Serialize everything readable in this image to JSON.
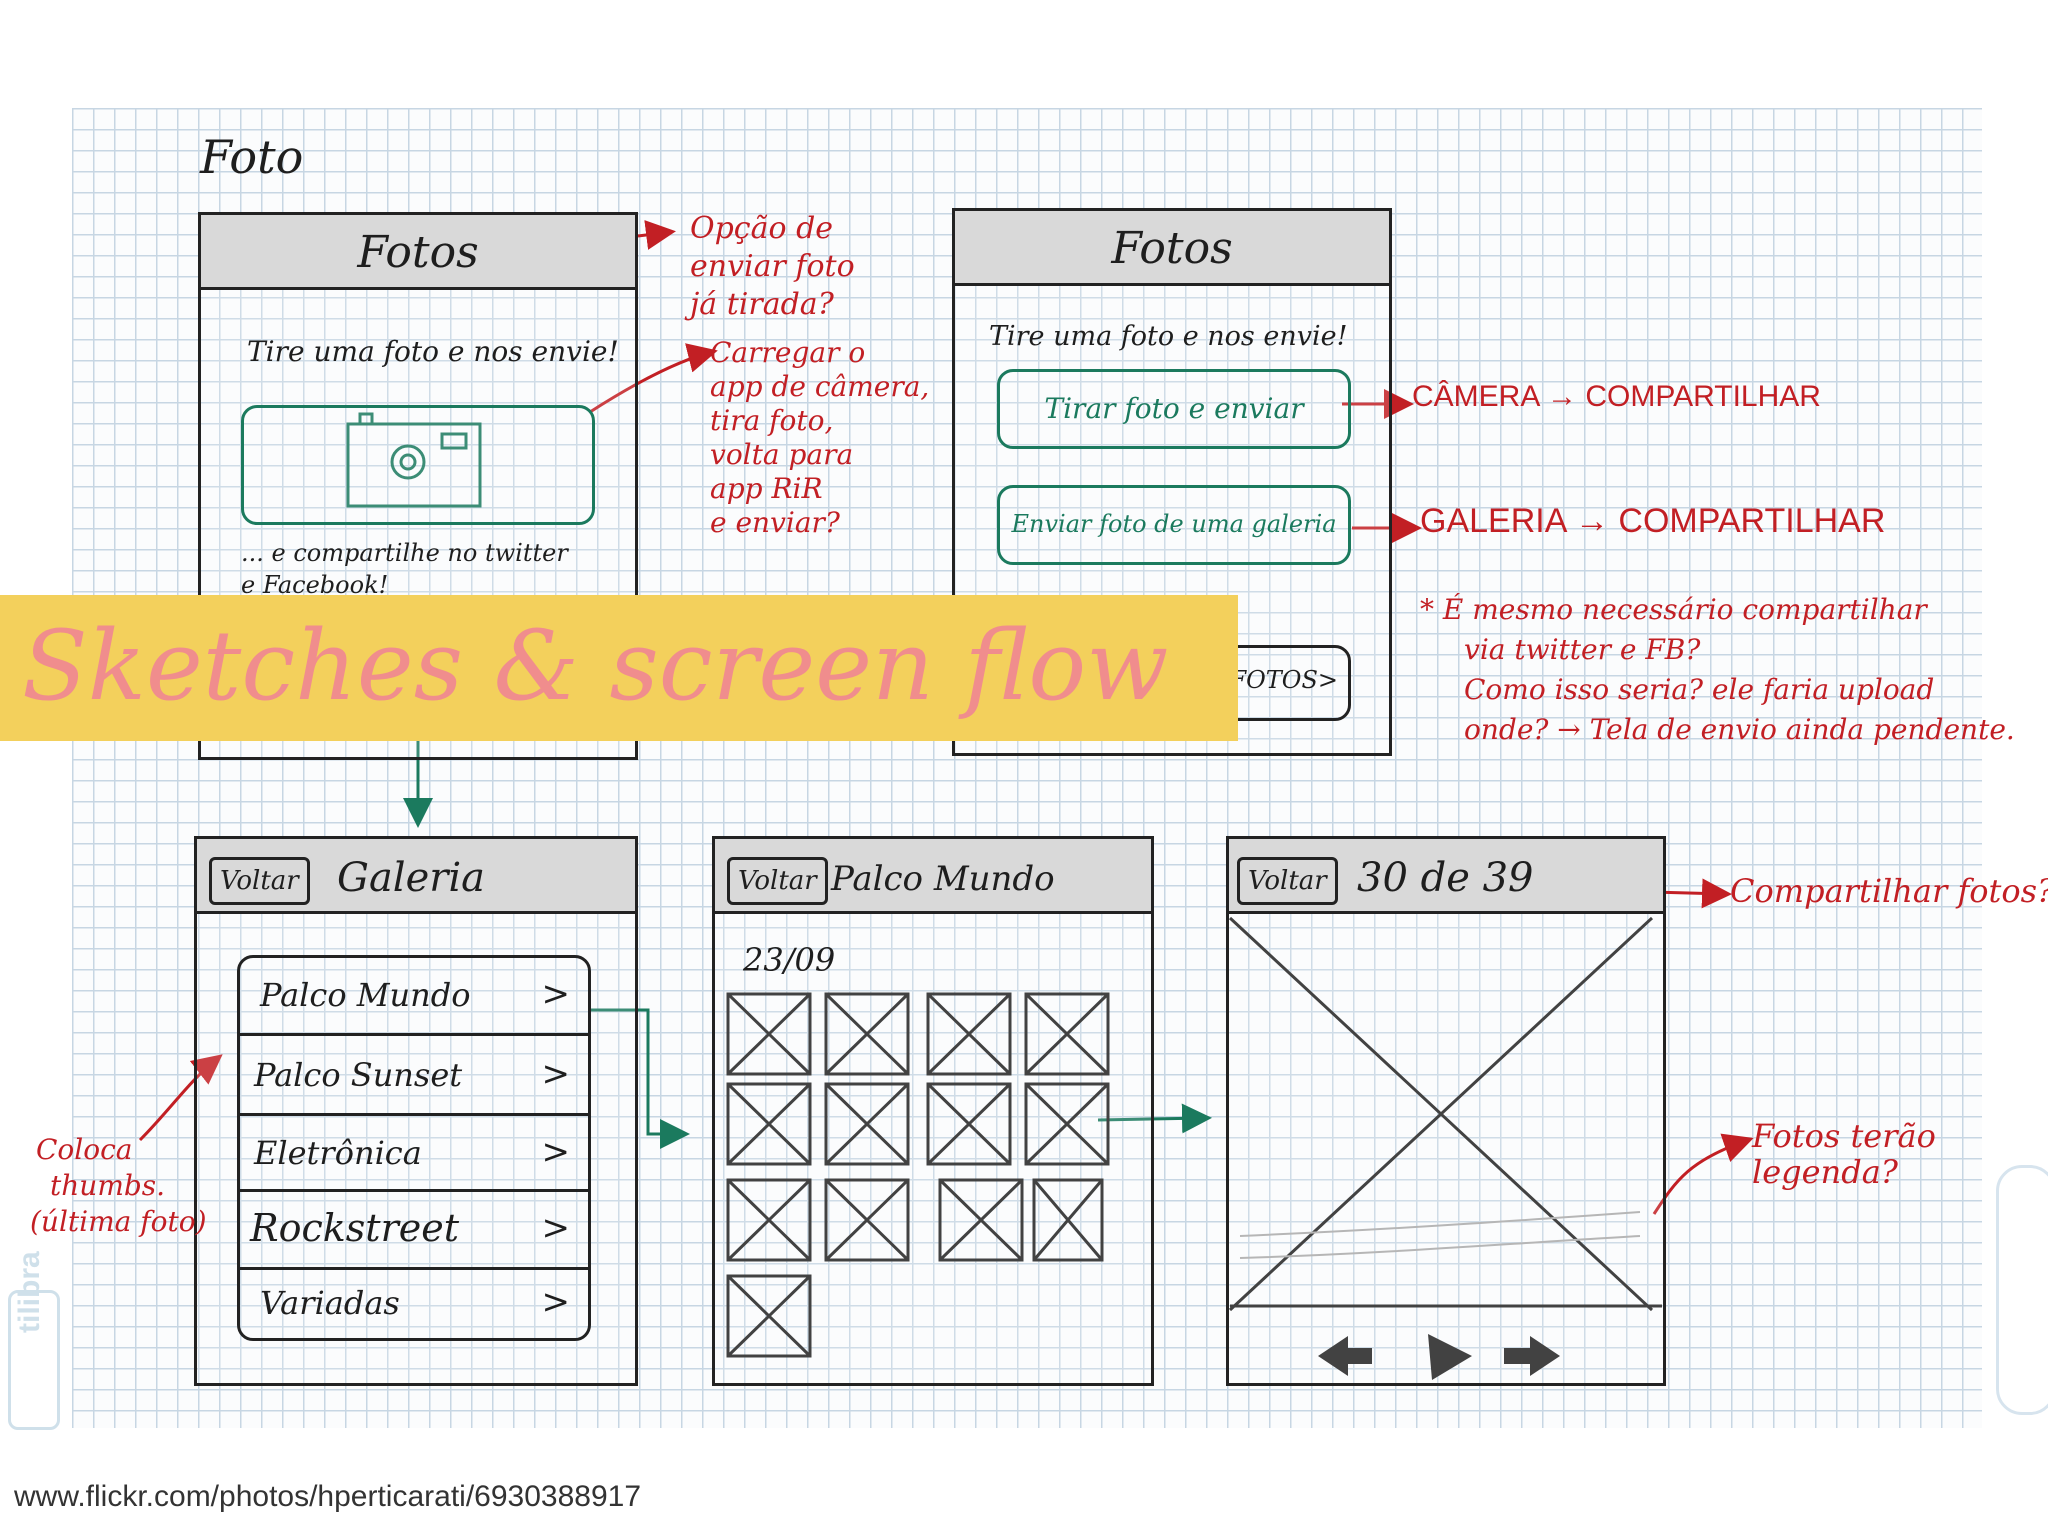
{
  "page_title": "Foto",
  "banner": {
    "text": "Sketches & screen flow",
    "bg": "#f3d05c",
    "fg": "#f08d8d"
  },
  "credit": "www.flickr.com/photos/hperticarati/6930388917",
  "brand": "tilibra",
  "screens": {
    "s1": {
      "title": "Fotos",
      "prompt": "Tire uma foto e nos envie!",
      "camera_icon": "camera-icon",
      "footer_line1": "... e compartilhe no twitter",
      "footer_line2": "e Facebook!"
    },
    "s2": {
      "title": "Fotos",
      "prompt": "Tire uma foto e nos envie!",
      "btn1": "Tirar foto e enviar",
      "btn2": "Enviar foto de uma galeria",
      "btn3": "FOTOS>"
    },
    "gallery": {
      "back": "Voltar",
      "title": "Galeria",
      "items": [
        "Palco Mundo",
        "Palco Sunset",
        "Eletrônica",
        "Rockstreet",
        "Variadas"
      ]
    },
    "album": {
      "back": "Voltar",
      "title": "Palco Mundo",
      "date": "23/09"
    },
    "viewer": {
      "back": "Voltar",
      "title": "30 de 39"
    }
  },
  "notes": {
    "n1": [
      "Opção de",
      "enviar foto",
      "já tirada?"
    ],
    "n2": [
      "Carregar o",
      "app de câmera,",
      "tira foto,",
      "volta para",
      "app RiR",
      "e enviar?"
    ],
    "flow1": "CÂMERA → COMPARTILHAR",
    "flow2": "GALERIA → COMPARTILHAR",
    "n3": [
      "* É mesmo necessário compartilhar",
      "via twitter e FB?",
      "Como isso seria? ele faria upload",
      "onde? → Tela de envio ainda pendente."
    ],
    "n4": [
      "Coloca",
      "thumbs.",
      "(última foto)"
    ],
    "n5": "Compartilhar fotos?",
    "n6": [
      "Fotos terão",
      "legenda?"
    ]
  }
}
